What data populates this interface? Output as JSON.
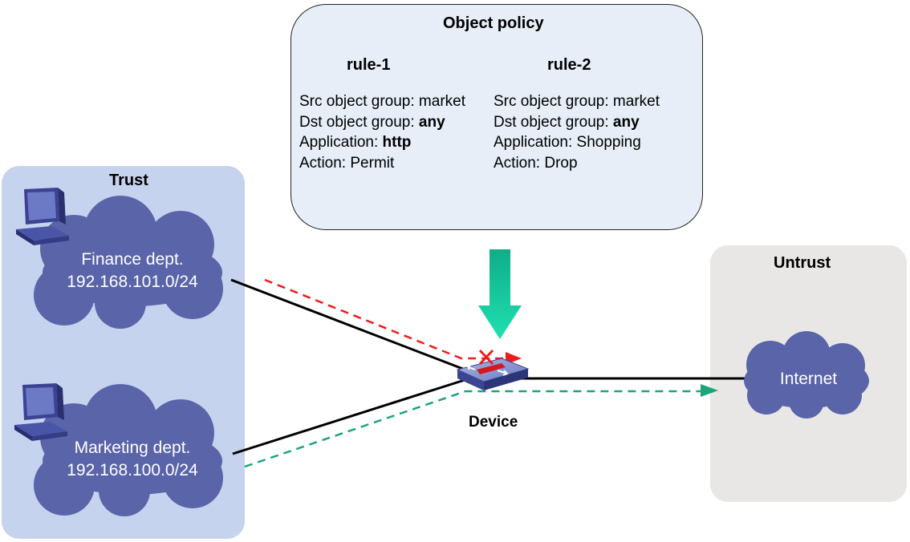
{
  "policy": {
    "title": "Object policy",
    "rules": [
      {
        "name": "rule-1",
        "src_label": "Src object group: ",
        "src_value": "market",
        "dst_label": "Dst object group: ",
        "dst_value": "any",
        "app_label": "Application: ",
        "app_value": "http",
        "action_label": "Action: ",
        "action_value": "Permit"
      },
      {
        "name": "rule-2",
        "src_label": "Src object group: ",
        "src_value": "market",
        "dst_label": "Dst object group: ",
        "dst_value": "any",
        "app_label": "Application: ",
        "app_value": "Shopping",
        "action_label": "Action: ",
        "action_value": "Drop"
      }
    ]
  },
  "zones": {
    "trust": "Trust",
    "untrust": "Untrust"
  },
  "networks": {
    "finance": {
      "name": "Finance dept.",
      "subnet": "192.168.101.0/24"
    },
    "marketing": {
      "name": "Marketing dept.",
      "subnet": "192.168.100.0/24"
    },
    "internet": {
      "name": "Internet"
    }
  },
  "device": {
    "label": "Device"
  },
  "colors": {
    "trust_zone": "#c5d3ee",
    "untrust_zone": "#e8e7e5",
    "policy_box": "#e7eef8",
    "cloud": "#5a64a9",
    "blocked_flow": "#ee1c1c",
    "permitted_flow": "#1aa57a",
    "policy_arrow": "#16c79a"
  },
  "icons": [
    "pc-icon",
    "cloud-icon",
    "firewall-device-icon",
    "policy-arrow-icon",
    "blocked-cross-icon"
  ]
}
